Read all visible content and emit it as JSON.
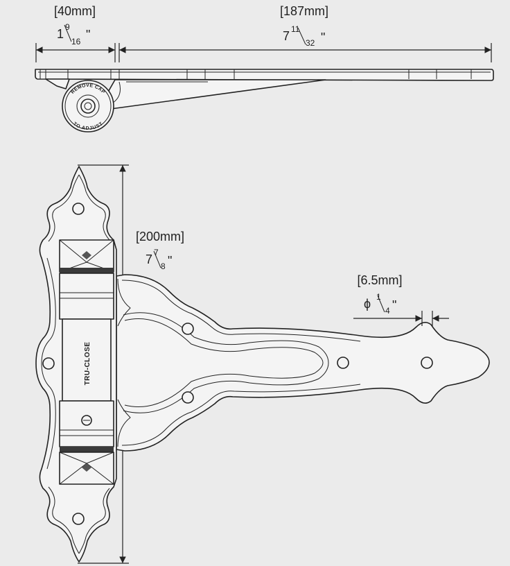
{
  "dimensions": {
    "width_top": {
      "metric": "[40mm]",
      "imperial_whole": "1",
      "imperial_num": "9",
      "imperial_den": "16",
      "imperial_unit": "\""
    },
    "length_top": {
      "metric": "[187mm]",
      "imperial_whole": "7",
      "imperial_num": "11",
      "imperial_den": "32",
      "imperial_unit": "\""
    },
    "height": {
      "metric": "[200mm]",
      "imperial_whole": "7",
      "imperial_num": "7",
      "imperial_den": "8",
      "imperial_unit": "\""
    },
    "hole": {
      "metric": "[6.5mm]",
      "symbol": "ϕ",
      "imperial_num": "1",
      "imperial_den": "4",
      "imperial_unit": "\""
    }
  },
  "product": {
    "brand_logo": "TRU-CLOSE"
  },
  "cap": {
    "text_top": "REMOVE CAP",
    "text_bottom": "TO ADJUST"
  },
  "colors": {
    "background": "#ebebeb",
    "part_fill": "#f4f4f4",
    "line": "#222222"
  }
}
